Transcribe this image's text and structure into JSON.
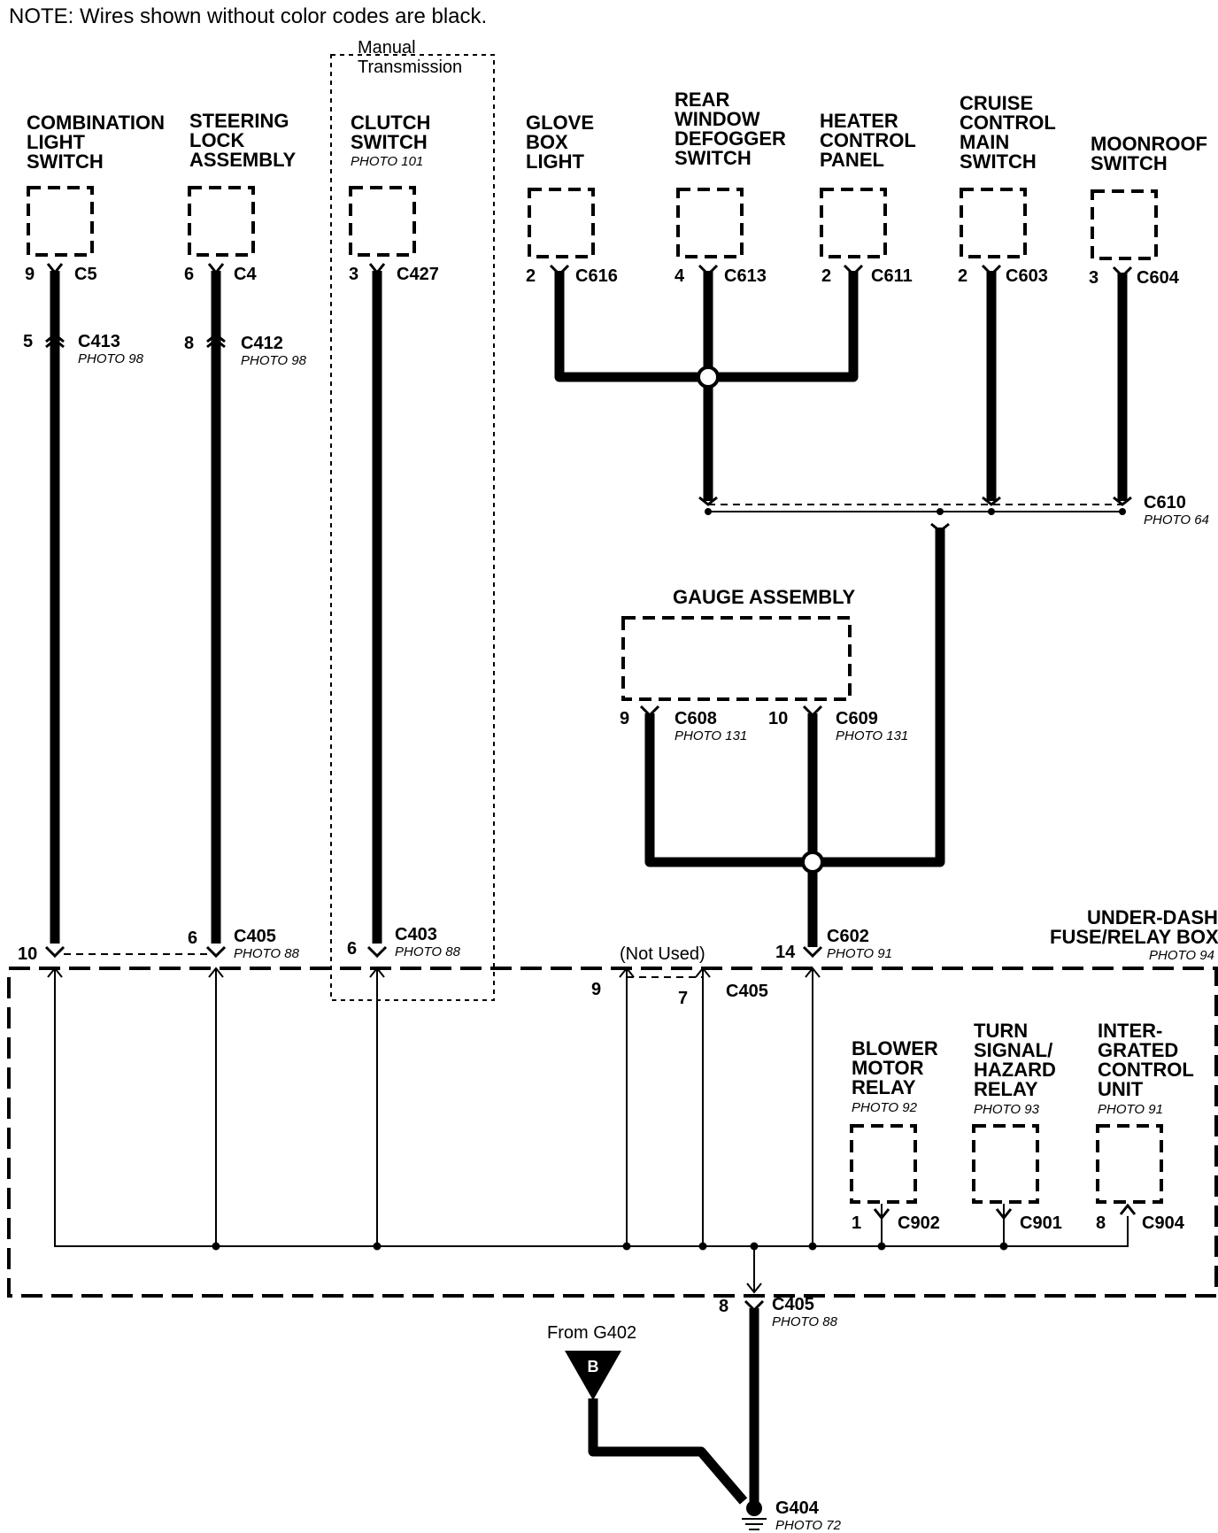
{
  "note": "NOTE: Wires shown without color codes are black.",
  "manual_transmission": [
    "Manual",
    "Transmission"
  ],
  "components": {
    "combination_light_switch": {
      "lines": [
        "COMBINATION",
        "LIGHT",
        "SWITCH"
      ],
      "pin": "9",
      "connector": "C5"
    },
    "steering_lock_assembly": {
      "lines": [
        "STEERING",
        "LOCK",
        "ASSEMBLY"
      ],
      "pin": "6",
      "connector": "C4"
    },
    "clutch_switch": {
      "lines": [
        "CLUTCH",
        "SWITCH"
      ],
      "photo": "PHOTO 101",
      "pin": "3",
      "connector": "C427"
    },
    "glove_box_light": {
      "lines": [
        "GLOVE",
        "BOX",
        "LIGHT"
      ],
      "pin": "2",
      "connector": "C616"
    },
    "rear_window_defogger_switch": {
      "lines": [
        "REAR",
        "WINDOW",
        "DEFOGGER",
        "SWITCH"
      ],
      "pin": "4",
      "connector": "C613"
    },
    "heater_control_panel": {
      "lines": [
        "HEATER",
        "CONTROL",
        "PANEL"
      ],
      "pin": "2",
      "connector": "C611"
    },
    "cruise_control_main_switch": {
      "lines": [
        "CRUISE",
        "CONTROL",
        "MAIN",
        "SWITCH"
      ],
      "pin": "2",
      "connector": "C603"
    },
    "moonroof_switch": {
      "lines": [
        "MOONROOF",
        "SWITCH"
      ],
      "pin": "3",
      "connector": "C604"
    },
    "gauge_assembly": {
      "title": "GAUGE ASSEMBLY"
    },
    "under_dash_box": {
      "lines": [
        "UNDER-DASH",
        "FUSE/RELAY BOX"
      ],
      "photo": "PHOTO 94"
    },
    "blower_motor_relay": {
      "lines": [
        "BLOWER",
        "MOTOR",
        "RELAY"
      ],
      "photo": "PHOTO 92",
      "pin": "1",
      "connector": "C902"
    },
    "turn_signal_hazard_relay": {
      "lines": [
        "TURN",
        "SIGNAL/",
        "HAZARD",
        "RELAY"
      ],
      "photo": "PHOTO 93",
      "connector": "C901"
    },
    "integrated_control_unit": {
      "lines": [
        "INTER-",
        "GRATED",
        "CONTROL",
        "UNIT"
      ],
      "photo": "PHOTO 91",
      "pin": "8",
      "connector": "C904"
    }
  },
  "connectors": {
    "c413": {
      "pin": "5",
      "name": "C413",
      "photo": "PHOTO 98"
    },
    "c412": {
      "pin": "8",
      "name": "C412",
      "photo": "PHOTO 98"
    },
    "c610": {
      "name": "C610",
      "photo": "PHOTO 64"
    },
    "c608": {
      "pin": "9",
      "name": "C608",
      "photo": "PHOTO 131"
    },
    "c609": {
      "pin": "10",
      "name": "C609",
      "photo": "PHOTO 131"
    },
    "c405_left_pin": "10",
    "c405_a": {
      "pin": "6",
      "name": "C405",
      "photo": "PHOTO 88"
    },
    "c403": {
      "pin": "6",
      "name": "C403",
      "photo": "PHOTO 88"
    },
    "c602": {
      "pin": "14",
      "name": "C602",
      "photo": "PHOTO 91"
    },
    "c405_b": {
      "pin_9": "9",
      "pin_7": "7",
      "name": "C405",
      "not_used": "(Not Used)"
    },
    "c405_c": {
      "pin": "8",
      "name": "C405",
      "photo": "PHOTO 88"
    }
  },
  "ground": {
    "from_label": "From G402",
    "symbol_letter": "B",
    "name": "G404",
    "photo": "PHOTO 72"
  }
}
